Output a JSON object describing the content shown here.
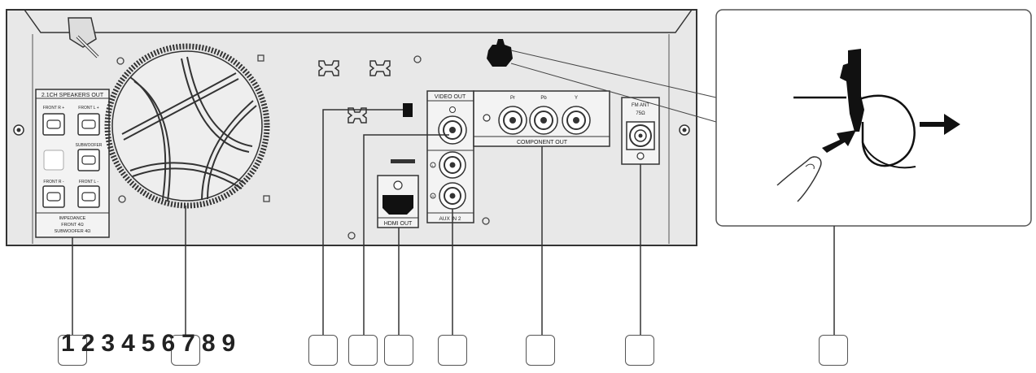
{
  "diagram": {
    "number_sequence": "1 2 3 4 5 6 7 8 9",
    "labels": {
      "speakers_out": "2.1CH SPEAKERS OUT",
      "front_r_plus": "FRONT R +",
      "front_l_plus": "FRONT L +",
      "subwoofer": "SUBWOOFER",
      "front_r_minus": "FRONT R -",
      "front_l_minus": "FRONT L -",
      "impedance": "IMPEDANCE",
      "front_ohm": "FRONT 4Ω",
      "subwoofer_ohm": "SUBWOOFER 4Ω",
      "video_out": "VIDEO OUT",
      "pr": "Pr",
      "pb": "Pb",
      "y": "Y",
      "component_out": "COMPONENT OUT",
      "fm_ant": "FM ANT",
      "fm_ohm": "75Ω",
      "hdmi_out": "HDMI OUT",
      "audio": "AUX IN 2",
      "aux_l": "L",
      "aux_r": "R"
    },
    "callout_boxes": 9,
    "colors": {
      "line": "#333333",
      "panel": "#e6e6e6",
      "panel_dark": "#d3d3d3",
      "black": "#111111"
    }
  }
}
